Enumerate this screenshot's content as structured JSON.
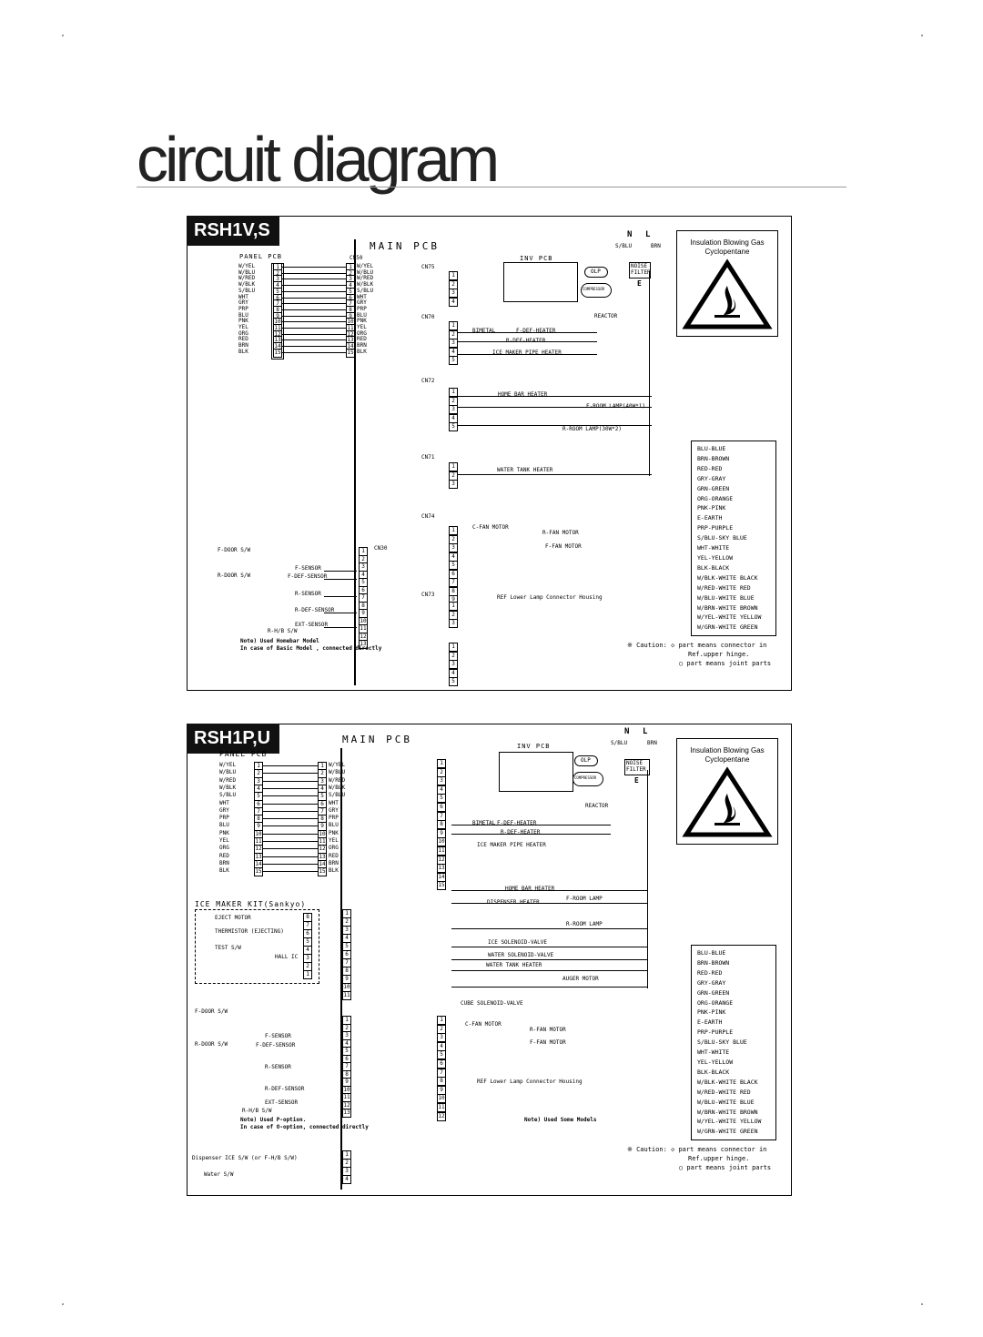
{
  "page": {
    "title": "circuit diagram"
  },
  "panel1": {
    "model": "RSH1V,S",
    "main_pcb": "MAIN PCB",
    "panel_pcb": "PANEL PCB",
    "inv_pcb": "INV PCB",
    "panel_wires": [
      "W/YEL",
      "W/BLU",
      "W/RED",
      "W/BLK",
      "S/BLU",
      "WHT",
      "GRY",
      "PRP",
      "BLU",
      "PNK",
      "YEL",
      "ORG",
      "RED",
      "BRN",
      "BLK"
    ],
    "cn50_label": "CN50",
    "power": {
      "n": "N",
      "l": "L",
      "sblu": "S/BLU",
      "brn": "BRN",
      "noise": "NOISE",
      "filter": "FILTER",
      "e": "E"
    },
    "warning": {
      "line1": "Insulation Blowing Gas",
      "line2": "Cyclopentane"
    },
    "loads": [
      "OLP",
      "COMPRESSOR",
      "REACTOR",
      "BIMETAL",
      "F-DEF-HEATER",
      "R-DEF-HEATER",
      "ICE MAKER PIPE HEATER",
      "HOME BAR HEATER",
      "F-ROOM LAMP(40W*1)",
      "R-ROOM LAMP(30W*2)",
      "WATER TANK HEATER",
      "C-FAN MOTOR",
      "R-FAN MOTOR",
      "F-FAN MOTOR",
      "REF Lower Lamp Connector Housing"
    ],
    "connectors": [
      "CN75",
      "CN70",
      "CN72",
      "CN71",
      "CN74",
      "CN73",
      "CN30"
    ],
    "sensors": [
      "F-DOOR S/W",
      "R-DOOR S/W",
      "F-SENSOR",
      "F-DEF-SENSOR",
      "R-SENSOR",
      "R-DEF-SENSOR",
      "EXT-SENSOR",
      "R-H/B S/W"
    ],
    "note": "Note) Used Homebar Model",
    "note2": "In case of Basic Model , connected directly",
    "legend": [
      "BLU-BLUE",
      "BRN-BROWN",
      "RED-RED",
      "GRY-GRAY",
      "GRN-GREEN",
      "ORG-ORANGE",
      "PNK-PINK",
      "E-EARTH",
      "PRP-PURPLE",
      "S/BLU-SKY BLUE",
      "WHT-WHITE",
      "YEL-YELLOW",
      "BLK-BLACK",
      "W/BLK-WHITE BLACK",
      "W/RED-WHITE RED",
      "W/BLU-WHITE BLUE",
      "W/BRN-WHITE BROWN",
      "W/YEL-WHITE YELLOW",
      "W/GRN-WHITE GREEN"
    ],
    "caution1": "※ Caution: ◇ part means connector in",
    "caution2": "Ref.upper hinge.",
    "caution3": "○ part means joint parts"
  },
  "panel2": {
    "model": "RSH1P,U",
    "main_pcb": "MAIN PCB",
    "panel_pcb": "PANEL PCB",
    "inv_pcb": "INV PCB",
    "panel_wires": [
      "W/YEL",
      "W/BLU",
      "W/RED",
      "W/BLK",
      "S/BLU",
      "WHT",
      "GRY",
      "PRP",
      "BLU",
      "PNK",
      "YEL",
      "ORG",
      "RED",
      "BRN",
      "BLK"
    ],
    "ice_kit": "ICE MAKER KIT(Sankyo)",
    "ice_parts": [
      "EJECT MOTOR",
      "THERMISTOR (EJECTING)",
      "TEST S/W",
      "HALL IC"
    ],
    "power": {
      "n": "N",
      "l": "L",
      "sblu": "S/BLU",
      "brn": "BRN",
      "noise": "NOISE",
      "filter": "FILTER",
      "e": "E"
    },
    "warning": {
      "line1": "Insulation Blowing Gas",
      "line2": "Cyclopentane"
    },
    "loads": [
      "OLP",
      "COMPRESSOR",
      "REACTOR",
      "BIMETAL",
      "F-DEF-HEATER",
      "R-DEF-HEATER",
      "ICE MAKER PIPE HEATER",
      "HOME BAR HEATER",
      "DISPENSER HEATER",
      "F-ROOM LAMP",
      "R-ROOM LAMP",
      "ICE SOLENOID-VALVE",
      "WATER SOLENOID-VALVE",
      "WATER TANK HEATER",
      "AUGER MOTOR",
      "CUBE SOLENOID-VALVE",
      "C-FAN MOTOR",
      "R-FAN MOTOR",
      "F-FAN MOTOR",
      "REF Lower Lamp Connector Housing"
    ],
    "sensors": [
      "F-DOOR S/W",
      "R-DOOR S/W",
      "F-SENSOR",
      "F-DEF-SENSOR",
      "R-SENSOR",
      "R-DEF-SENSOR",
      "EXT-SENSOR",
      "R-H/B S/W",
      "Dispenser ICE S/W (or F-H/B S/W)",
      "Water S/W"
    ],
    "note": "Note) Used P-option.",
    "note2": "In case of O-option, connected directly",
    "note3": "Note) Used Some Models",
    "legend": [
      "BLU-BLUE",
      "BRN-BROWN",
      "RED-RED",
      "GRY-GRAY",
      "GRN-GREEN",
      "ORG-ORANGE",
      "PNK-PINK",
      "E-EARTH",
      "PRP-PURPLE",
      "S/BLU-SKY BLUE",
      "WHT-WHITE",
      "YEL-YELLOW",
      "BLK-BLACK",
      "W/BLK-WHITE BLACK",
      "W/RED-WHITE RED",
      "W/BLU-WHITE BLUE",
      "W/BRN-WHITE BROWN",
      "W/YEL-WHITE YELLOW",
      "W/GRN-WHITE GREEN"
    ],
    "caution1": "※ Caution: ◇ part means connector in",
    "caution2": "Ref.upper hinge.",
    "caution3": "○ part means joint parts"
  }
}
